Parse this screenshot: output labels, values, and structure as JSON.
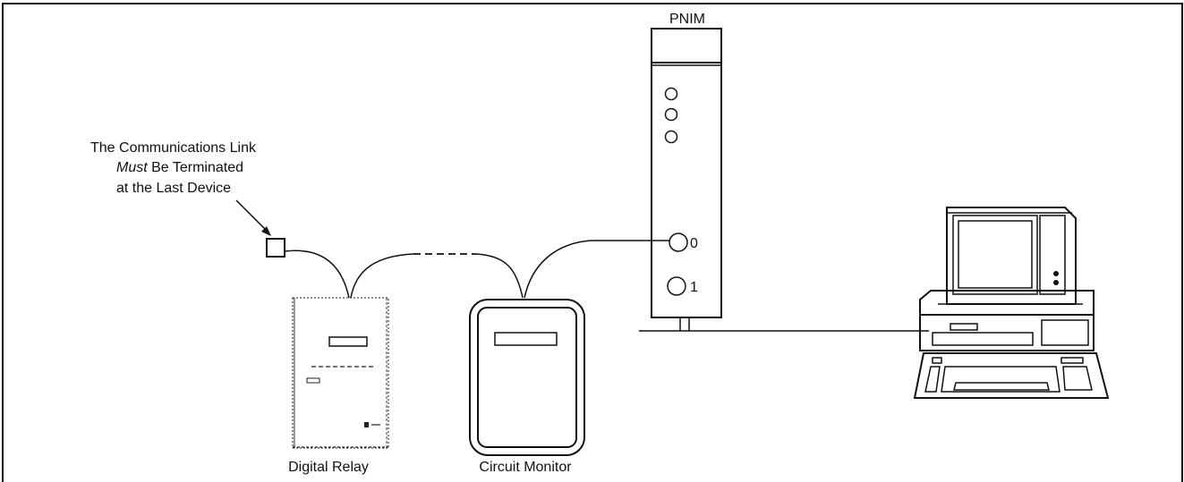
{
  "labels": {
    "pnim": "PNIM",
    "note_line1": "The Communications Link",
    "note_line2_em": "Must",
    "note_line2_rest": " Be Terminated",
    "note_line3": "at the Last Device",
    "port0": "0",
    "port1": "1",
    "digital_relay": "Digital Relay",
    "circuit_monitor": "Circuit Monitor"
  }
}
